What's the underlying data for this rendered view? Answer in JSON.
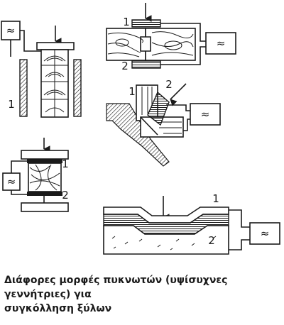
{
  "figure": {
    "labels": {
      "d1_one": "1",
      "d2_one": "1",
      "d2_two": "2",
      "d3_one": "1",
      "d3_two": "2",
      "d4_one": "1",
      "d4_two": "2",
      "d5_one": "1",
      "d5_two": "2"
    },
    "generator_symbol": "≈"
  },
  "caption": {
    "line1": "Διάφορες μορφές πυκνωτών (υψίσυχνες γεννήτριες) για",
    "line2": "συγκόλληση ξύλων"
  }
}
